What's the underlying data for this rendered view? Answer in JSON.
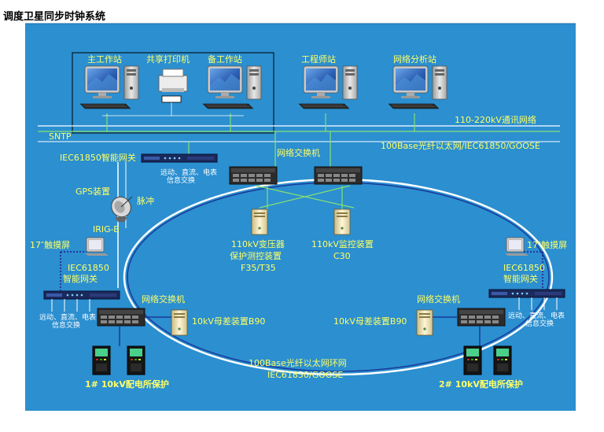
{
  "title": "调度卫星同步时钟系统",
  "labels": {
    "main_ws": "主工作站",
    "printer": "共享打印机",
    "backup_ws": "备工作站",
    "engineer_ws": "工程师站",
    "analysis_ws": "网络分析站",
    "comm_network": "110-220kV通讯网络",
    "sntp": "SNTP",
    "fiber_top": "100Base光纤以太网/IEC61850/GOOSE",
    "gateway_top": "IEC61850智能网关",
    "gw_info_top_1": "远动、直流、电表",
    "gw_info_top_2": "信息交换",
    "switch_top": "网络交换机",
    "gps": "GPS装置",
    "pulse": "脉冲",
    "irigb": "IRIG-B",
    "touch_left": "17″触摸屏",
    "touch_right": "17″触摸屏",
    "gw_left_1": "IEC61850",
    "gw_left_2": "智能网关",
    "gw_right_1": "IEC61850",
    "gw_right_2": "智能网关",
    "prot_110_1": "110kV变压器",
    "prot_110_2": "保护测控装置",
    "prot_110_3": "F35/T35",
    "mon_110_1": "110kV监控装置",
    "mon_110_2": "C30",
    "switch_left": "网络交换机",
    "switch_right": "网络交换机",
    "gw_info_l_1": "远动、直流、电表",
    "gw_info_l_2": "信息交换",
    "gw_info_r_1": "远动、直流、电表",
    "gw_info_r_2": "信息交换",
    "busbar_left": "10kV母差装置B90",
    "busbar_right": "10kV母差装置B90",
    "ring_1": "100Base光纤以太网环网",
    "ring_2": "IEC61850/GOOSE",
    "dist_left": "1# 10kV配电所保护",
    "dist_right": "2# 10kV配电所保护"
  }
}
